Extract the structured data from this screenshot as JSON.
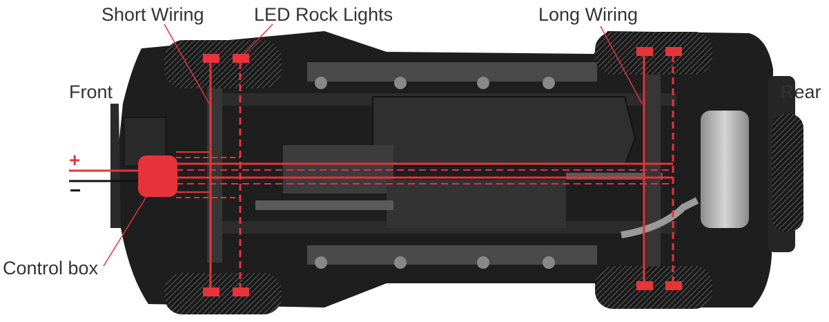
{
  "labels": {
    "short_wiring": "Short Wiring",
    "led_rock_lights": "LED Rock Lights",
    "long_wiring": "Long Wiring",
    "front": "Front",
    "rear": "Rear",
    "control_box": "Control box",
    "plus": "+",
    "minus": "−"
  },
  "colors": {
    "accent_red": "#e8333a",
    "text": "#333333",
    "chassis_dark": "#1a1a1a",
    "chassis_mid": "#3a3a3a",
    "tire": "#151515",
    "exhaust": "#b9b9b9"
  },
  "icons": {
    "control_box": "control-box-icon",
    "light": "rock-light-icon"
  }
}
